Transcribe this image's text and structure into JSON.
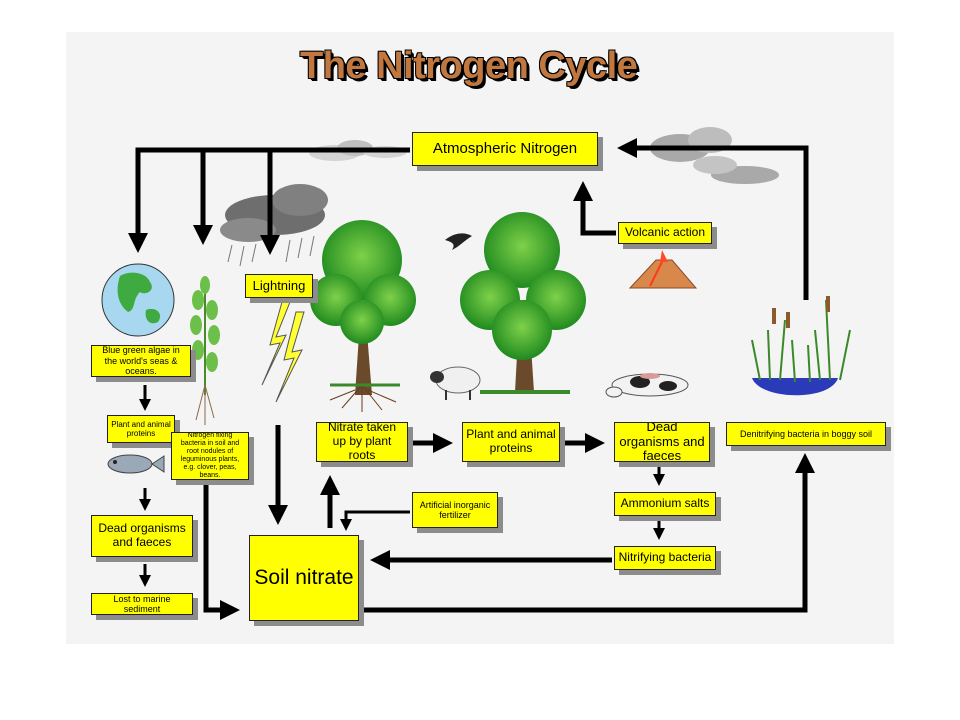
{
  "title": "The Nitrogen Cycle",
  "nodes": {
    "atmospheric_nitrogen": "Atmospheric Nitrogen",
    "volcanic_action": "Volcanic action",
    "lightning": "Lightning",
    "blue_green_algae": "Blue green algae in the world's seas & oceans.",
    "plant_animal_proteins_marine": "Plant and animal proteins",
    "nitrogen_fixing_bacteria": "Nitrogen fixing bacteria in soil and root nodules of leguminous plants, e.g. clover, peas, beans.",
    "dead_organisms_marine": "Dead organisms and faeces",
    "lost_to_marine_sediment": "Lost to marine sediment",
    "soil_nitrate": "Soil nitrate",
    "nitrate_taken_up": "Nitrate taken up by plant roots",
    "plant_animal_proteins_land": "Plant and animal proteins",
    "dead_organisms_land": "Dead organisms and faeces",
    "ammonium_salts": "Ammonium salts",
    "nitrifying_bacteria": "Nitrifying bacteria",
    "artificial_fertilizer": "Artificial inorganic fertilizer",
    "denitrifying_bacteria": "Denitrifying bacteria in boggy soil"
  },
  "colors": {
    "box_fill": "#ffff00",
    "box_shadow": "#8c8c8c",
    "arrow": "#000000",
    "title": "#c07840",
    "panel": "#f4f4f4"
  }
}
